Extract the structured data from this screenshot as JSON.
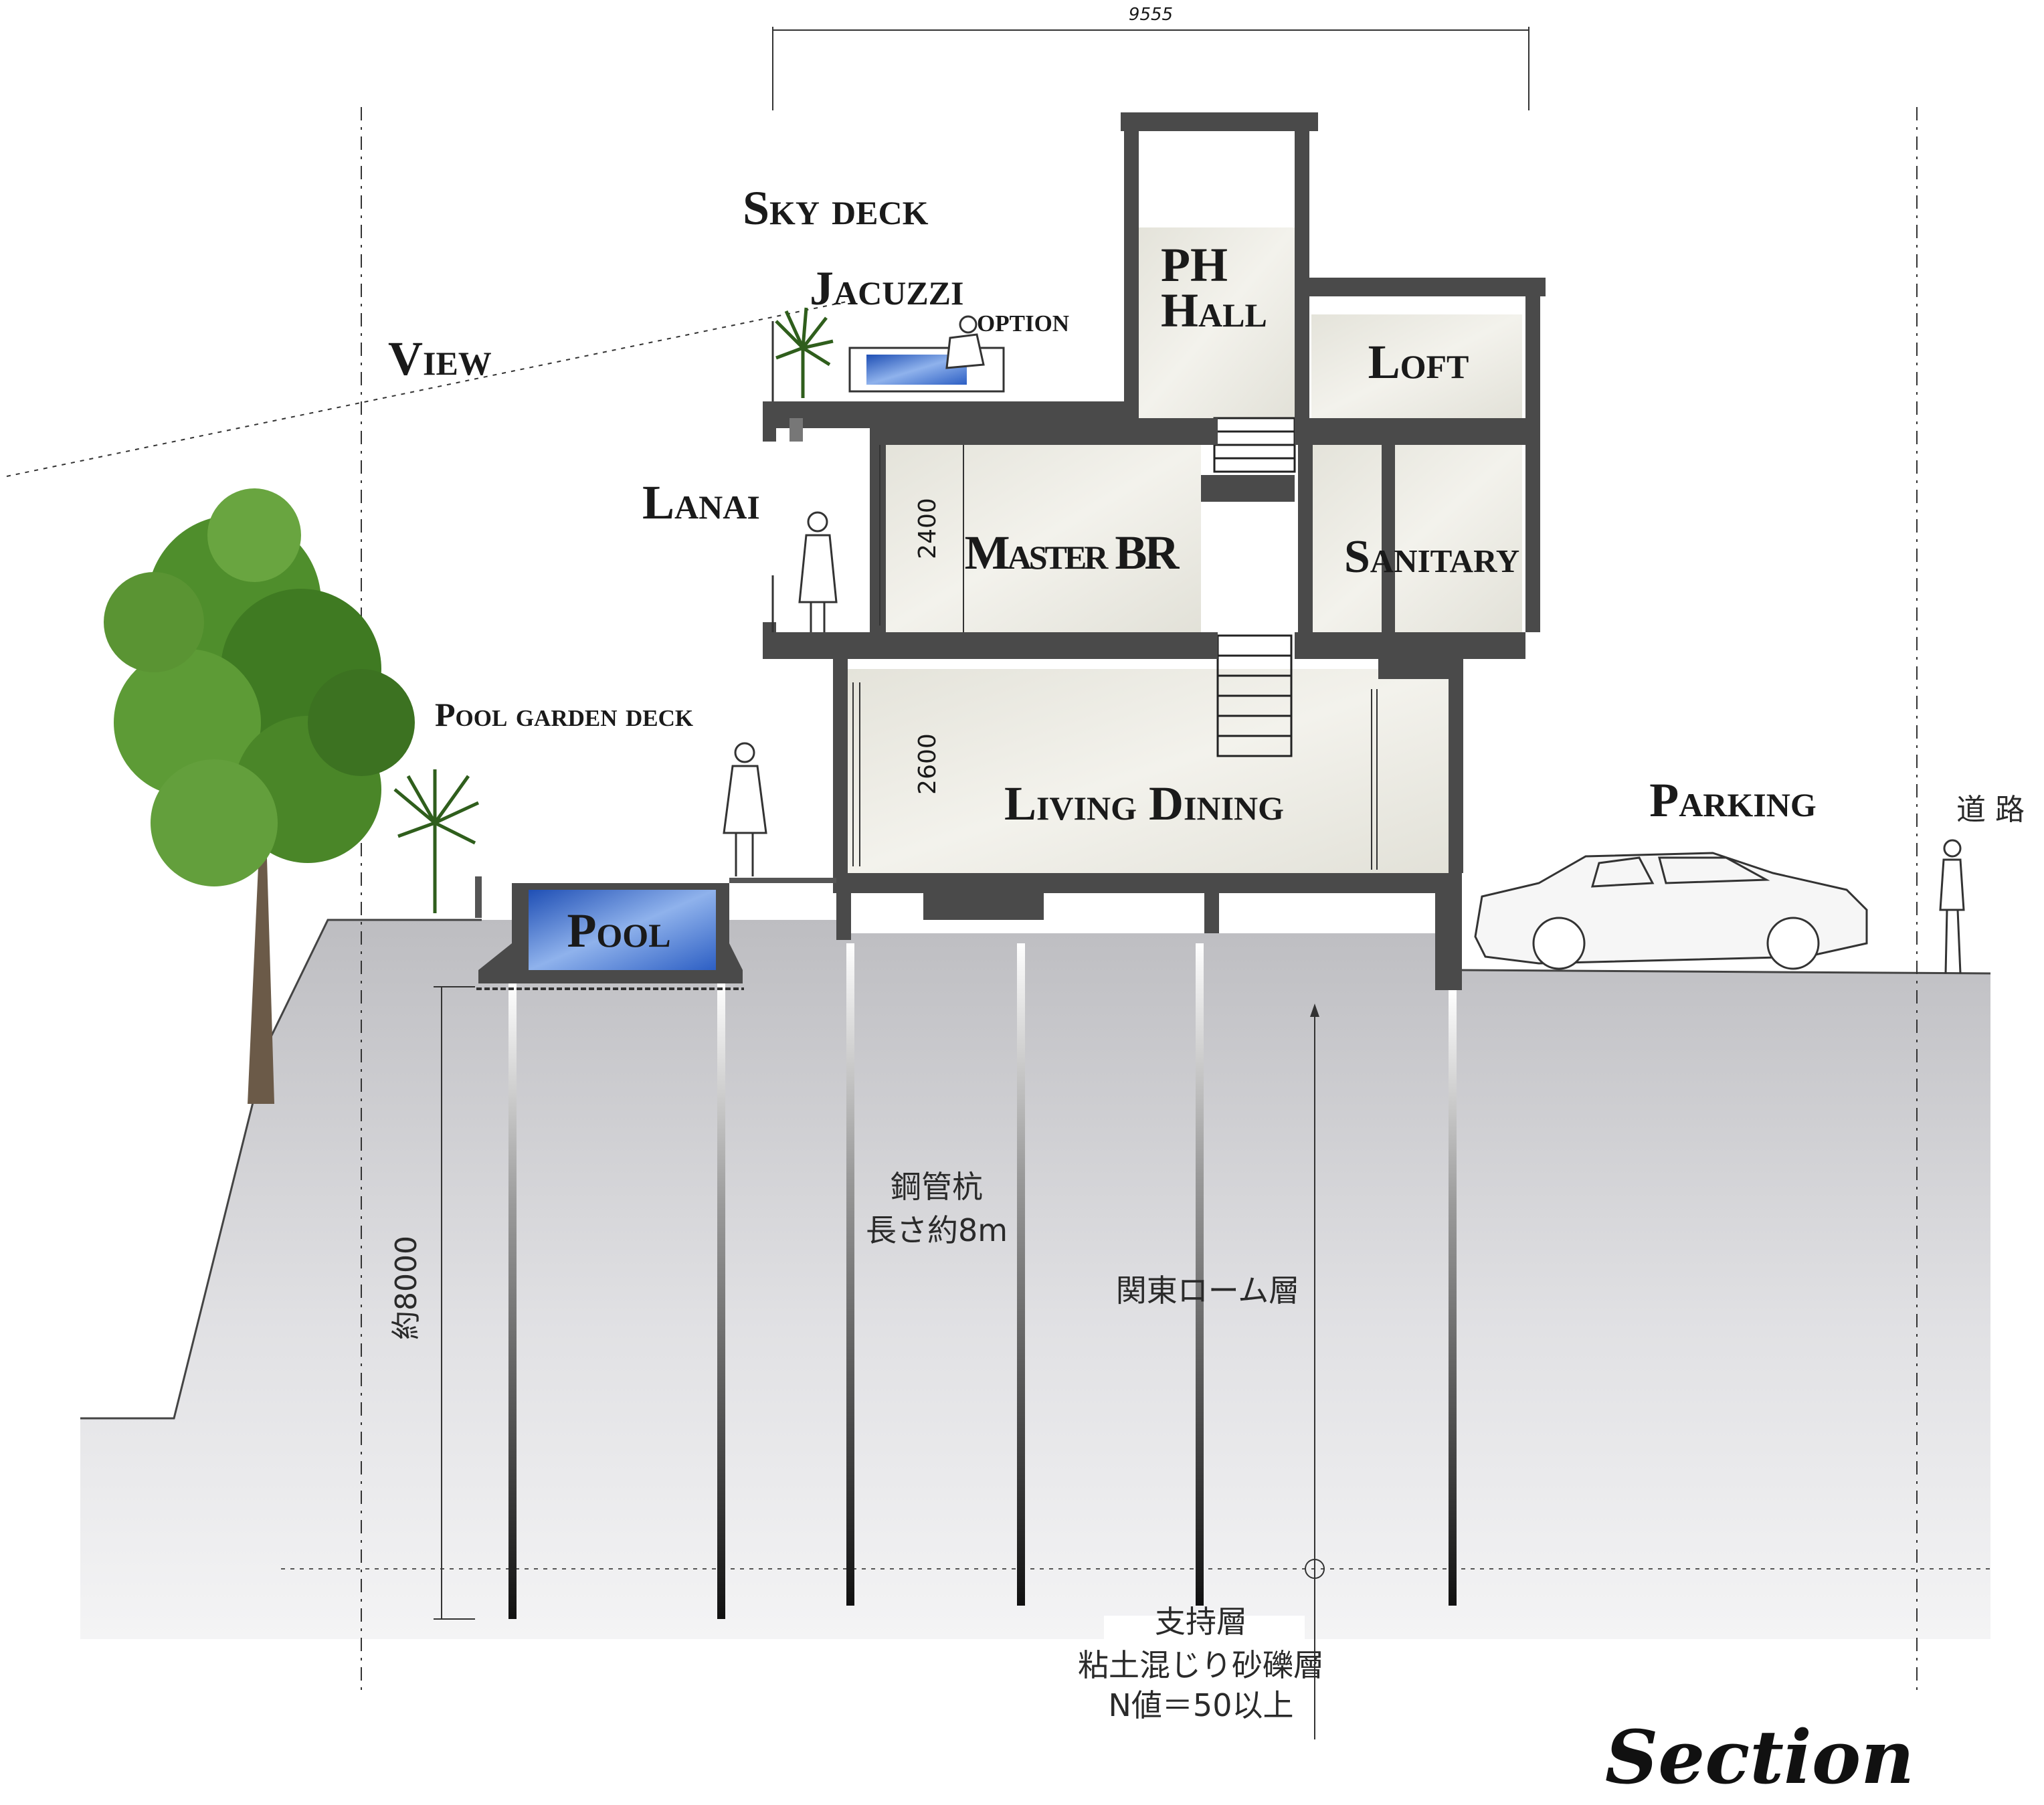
{
  "colors": {
    "ground": "#e6e6e8",
    "ground_dark": "#bfbfc3",
    "wall": "#4a4a4a",
    "room": "#ecebe3",
    "pool": "#2d5fc4",
    "pile": "#2b2b2b",
    "tree": "#4d8a2e"
  },
  "dimensions": {
    "building_width": "9555",
    "floor2_height": "2400",
    "floor1_height": "2600",
    "depth": "約8000"
  },
  "rooms": {
    "sky_deck": "Sky deck",
    "jacuzzi": "Jacuzzi",
    "option": "option",
    "ph_hall_1": "PH",
    "ph_hall_2": "Hall",
    "loft": "Loft",
    "master_br": "Master BR",
    "sanitary": "Sanitary",
    "living_dining": "Living Dining",
    "lanai": "Lanai",
    "pool_garden_deck": "Pool garden deck",
    "pool": "Pool",
    "parking": "Parking",
    "view": "View"
  },
  "site": {
    "road": "道 路",
    "pile_1": "鋼管杭",
    "pile_2": "長さ約8m",
    "soil_layer": "関東ローム層",
    "bearing_1": "支持層",
    "bearing_2": "粘土混じり砂礫層",
    "bearing_3": "N値＝50以上"
  },
  "title": "Section"
}
